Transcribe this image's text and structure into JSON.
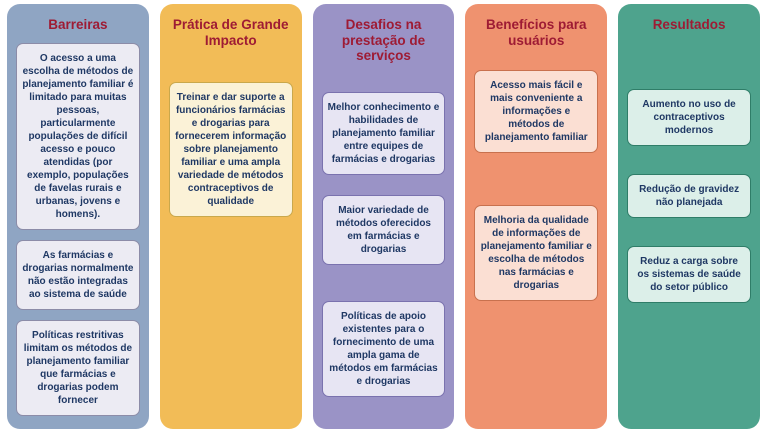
{
  "diagram": {
    "title_color": "#9E1B34",
    "card_text_color": "#1F3864",
    "columns": [
      {
        "id": "barreiras",
        "title": "Barreiras",
        "color": "#8FA5C3",
        "card_bg": "#ECEBF3",
        "cards": [
          "O acesso a uma escolha de métodos de planejamento familiar é limitado para muitas pessoas, particularmente populações de difícil acesso e pouco atendidas (por exemplo, populações de favelas rurais e urbanas, jovens e homens).",
          "As farmácias e drogarias normalmente não estão integradas ao sistema de saúde",
          "Políticas restritivas limitam os métodos de planejamento familiar que farmácias e drogarias podem fornecer"
        ]
      },
      {
        "id": "pratica-de-grande-impacto",
        "title": "Prática de Grande Impacto",
        "color": "#F2BC57",
        "card_bg": "#FBF2D7",
        "cards": [
          "Treinar e dar suporte a funcionários farmácias e drogarias para fornecerem informação sobre planejamento familiar e uma ampla variedade de métodos contraceptivos de qualidade"
        ]
      },
      {
        "id": "desafios-na-prestacao-de-servicos",
        "title": "Desafios na prestação de serviços",
        "color": "#9A93C6",
        "card_bg": "#E7E5F3",
        "cards": [
          "Melhor conhecimento e habilidades de planejamento familiar entre equipes de farmácias e drogarias",
          "Maior variedade de métodos oferecidos em farmácias e drogarias",
          "Políticas de apoio existentes para o fornecimento de uma ampla gama de métodos em farmácias e drogarias"
        ]
      },
      {
        "id": "beneficios-para-usuarios",
        "title": "Benefícios para usuários",
        "color": "#EF926F",
        "card_bg": "#FBDFD3",
        "cards": [
          "Acesso mais fácil e mais conveniente a informações e métodos de planejamento familiar",
          "Melhoria da qualidade de informações de planejamento familiar e escolha de métodos nas farmácias e drogarias"
        ]
      },
      {
        "id": "resultados",
        "title": "Resultados",
        "color": "#4EA38D",
        "card_bg": "#DCEFE9",
        "cards": [
          "Aumento no uso de contraceptivos modernos",
          "Redução de gravidez não planejada",
          "Reduz a carga sobre os sistemas de saúde do setor público"
        ]
      }
    ]
  }
}
